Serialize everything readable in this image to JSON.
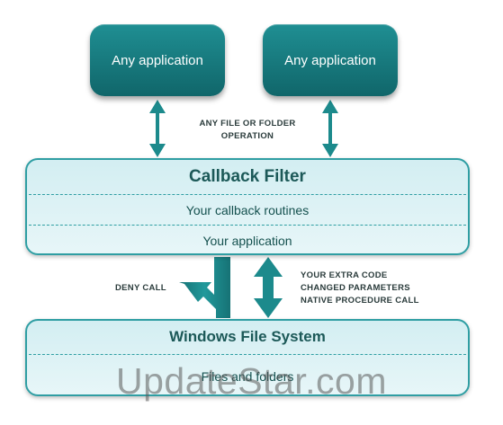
{
  "top_apps": [
    {
      "label": "Any application"
    },
    {
      "label": "Any application"
    }
  ],
  "operation_note": {
    "text": "ANY FILE OR FOLDER OPERATION"
  },
  "callback_filter": {
    "title": "Callback Filter",
    "rows": [
      "Your callback routines",
      "Your application"
    ]
  },
  "deny_note": {
    "text": "DENY CALL"
  },
  "extra_notes": [
    "YOUR EXTRA CODE",
    "CHANGED PARAMETERS",
    "NATIVE PROCEDURE CALL"
  ],
  "windows_fs": {
    "title": "Windows File System",
    "files_label": "Files and folders"
  },
  "watermark": {
    "text": "UpdateStar.com"
  },
  "colors": {
    "teal_dark": "#17787c",
    "teal_arrow": "#1c8a8c",
    "panel_border": "#2f9ea3",
    "panel_fill": "#dff3f6",
    "text_dark": "#1c5958"
  },
  "icons": [
    "double-headed-arrow",
    "deny-curve-arrow"
  ]
}
